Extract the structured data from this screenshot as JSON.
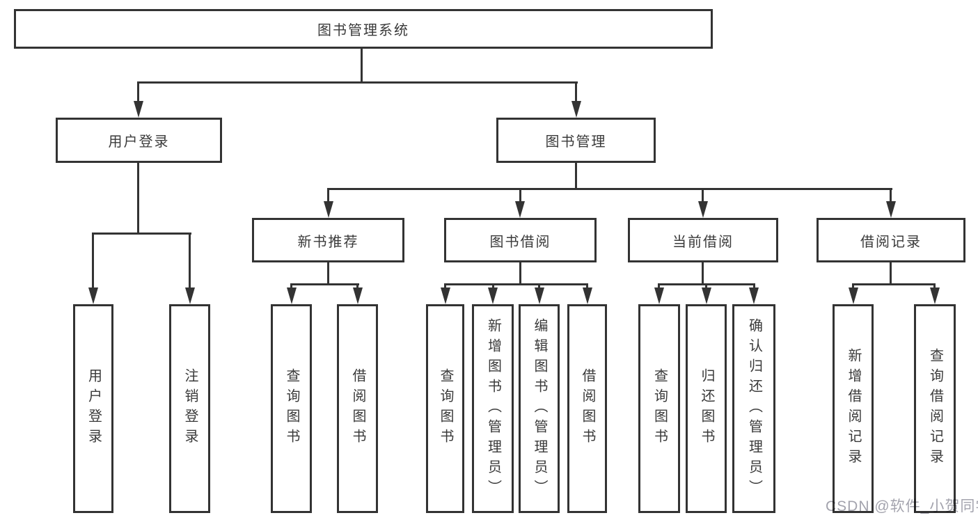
{
  "tree": {
    "root": {
      "label": "图书管理系统",
      "children": [
        {
          "label": "用户登录",
          "children": [
            {
              "label": "用户登录"
            },
            {
              "label": "注销登录"
            }
          ]
        },
        {
          "label": "图书管理",
          "children": [
            {
              "label": "新书推荐",
              "children": [
                {
                  "label": "查询图书"
                },
                {
                  "label": "借阅图书"
                }
              ]
            },
            {
              "label": "图书借阅",
              "children": [
                {
                  "label": "查询图书"
                },
                {
                  "label": "新增图书（管理员）"
                },
                {
                  "label": "编辑图书（管理员）"
                },
                {
                  "label": "借阅图书"
                }
              ]
            },
            {
              "label": "当前借阅",
              "children": [
                {
                  "label": "查询图书"
                },
                {
                  "label": "归还图书"
                },
                {
                  "label": "确认归还（管理员）"
                }
              ]
            },
            {
              "label": "借阅记录",
              "children": [
                {
                  "label": "新增借阅记录"
                },
                {
                  "label": "查询借阅记录"
                }
              ]
            }
          ]
        }
      ]
    }
  },
  "watermark": {
    "text": "CSDN @软件_小贺同学"
  },
  "colors": {
    "line": "#333333",
    "text": "#3a3a3a",
    "watermark": "#a3a3ad",
    "background": "#ffffff"
  }
}
